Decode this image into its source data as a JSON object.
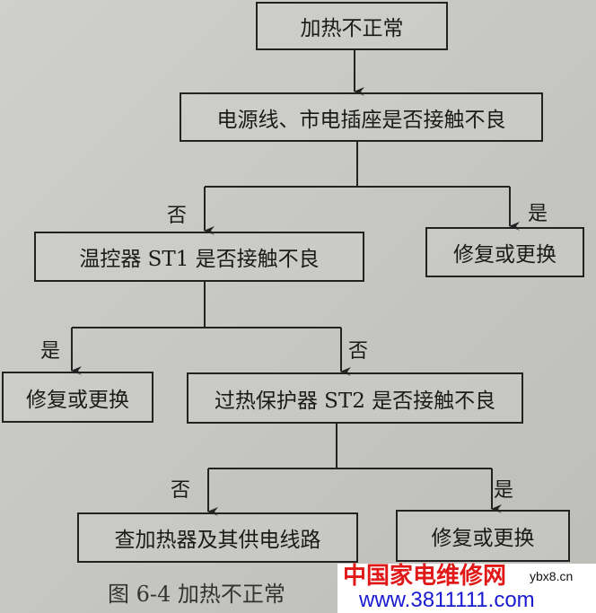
{
  "nodes": {
    "start": "加热不正常",
    "power": "电源线、市电插座是否接触不良",
    "st1": "温控器 ST1 是否接触不良",
    "repair1": "修复或更换",
    "repair2": "修复或更换",
    "st2": "过热保护器 ST2 是否接触不良",
    "heater": "查加热器及其供电线路",
    "repair3": "修复或更换"
  },
  "edges": {
    "power_no": "否",
    "power_yes": "是",
    "st1_yes": "是",
    "st1_no": "否",
    "st2_no": "否",
    "st2_yes": "是"
  },
  "caption": "图 6-4   加热不正常",
  "watermark": {
    "site_name": "中国家电维修网",
    "url": "www.3811111.com",
    "small": "ybx8.cn"
  }
}
